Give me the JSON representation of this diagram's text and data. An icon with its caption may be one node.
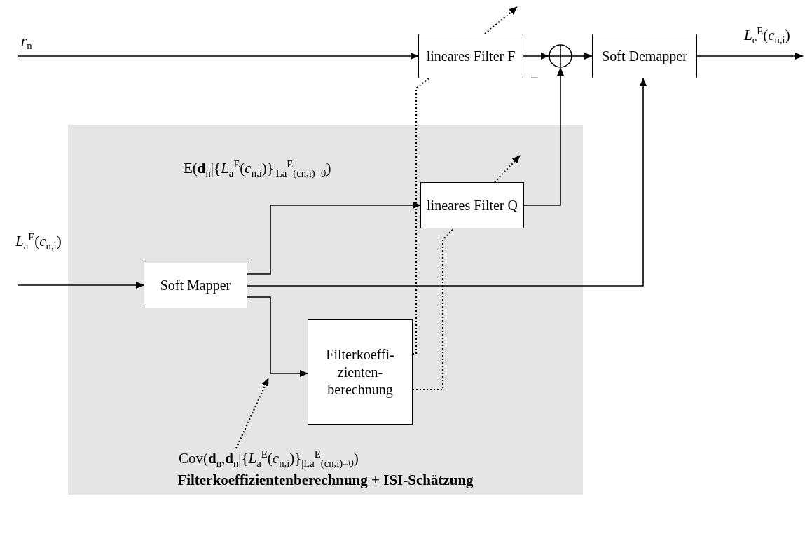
{
  "diagram": {
    "nodes": [
      {
        "text": [
          "Filterkoeffizientenberechnung + ISI-Schätzung"
        ]
      },
      {
        "text": [
          "lineares Filter F"
        ]
      },
      {
        "text": [],
        "shape": "circle",
        "beside": [
          "−"
        ]
      },
      {
        "text": [
          "Soft Demapper"
        ]
      },
      {
        "text": [
          "Soft Mapper"
        ],
        "in": 0
      },
      {
        "text": [
          "lineares Filter Q"
        ],
        "in": 0
      },
      {
        "text": [
          "Filterkoeffi- zienten- berechnung"
        ],
        "in": 0
      },
      {
        "text": [
          "Cov(**d**$_{n}$,**d**$_{n}$|{*L*$_{a}$$^{E}$(*c*$_{n,i}$)}$_{|L}$$_{a}$$^{E}$$_{(c}$$_{n,i}$$_{)=0}$)"
        ],
        "in": 0
      }
    ],
    "edges": [
      {
        "from": null,
        "to": 1,
        "arrow": "to"
      },
      {
        "from": 1,
        "to": 2,
        "arrow": "to"
      },
      {
        "from": 2,
        "to": 3,
        "arrow": "to"
      },
      {
        "from": 3,
        "to": null,
        "arrow": "to"
      },
      {
        "from": null,
        "to": 4,
        "arrow": "to"
      },
      {
        "from": 4,
        "to": 5,
        "arrow": "to",
        "label": "E(**d**$_{n}$|{*L*$_{a}$$^{E}$(*c*$_{n,i}$)}$_{|L}$$_{a}$$^{E}$$_{(c}$$_{n,i}$$_{)=0}$)"
      },
      {
        "from": 5,
        "to": 2,
        "arrow": "to"
      },
      {
        "from": 4,
        "to": 3,
        "arrow": "to"
      },
      {
        "from": 4,
        "to": 6,
        "arrow": "to"
      },
      {
        "from": 6,
        "to": 1,
        "arrow": "none",
        "style": "dashed"
      },
      {
        "from": 6,
        "to": 5,
        "arrow": "none",
        "style": "dashed"
      },
      {
        "from": 7,
        "to": null,
        "arrow": "to",
        "style": "dashed"
      }
    ],
    "labels": [
      "*r*$_{n}$",
      "*L*$_{e}$$^{E}$(*c*$_{n,i}$)",
      "*L*$_{a}$$^{E}$(*c*$_{n,i}$)"
    ]
  }
}
